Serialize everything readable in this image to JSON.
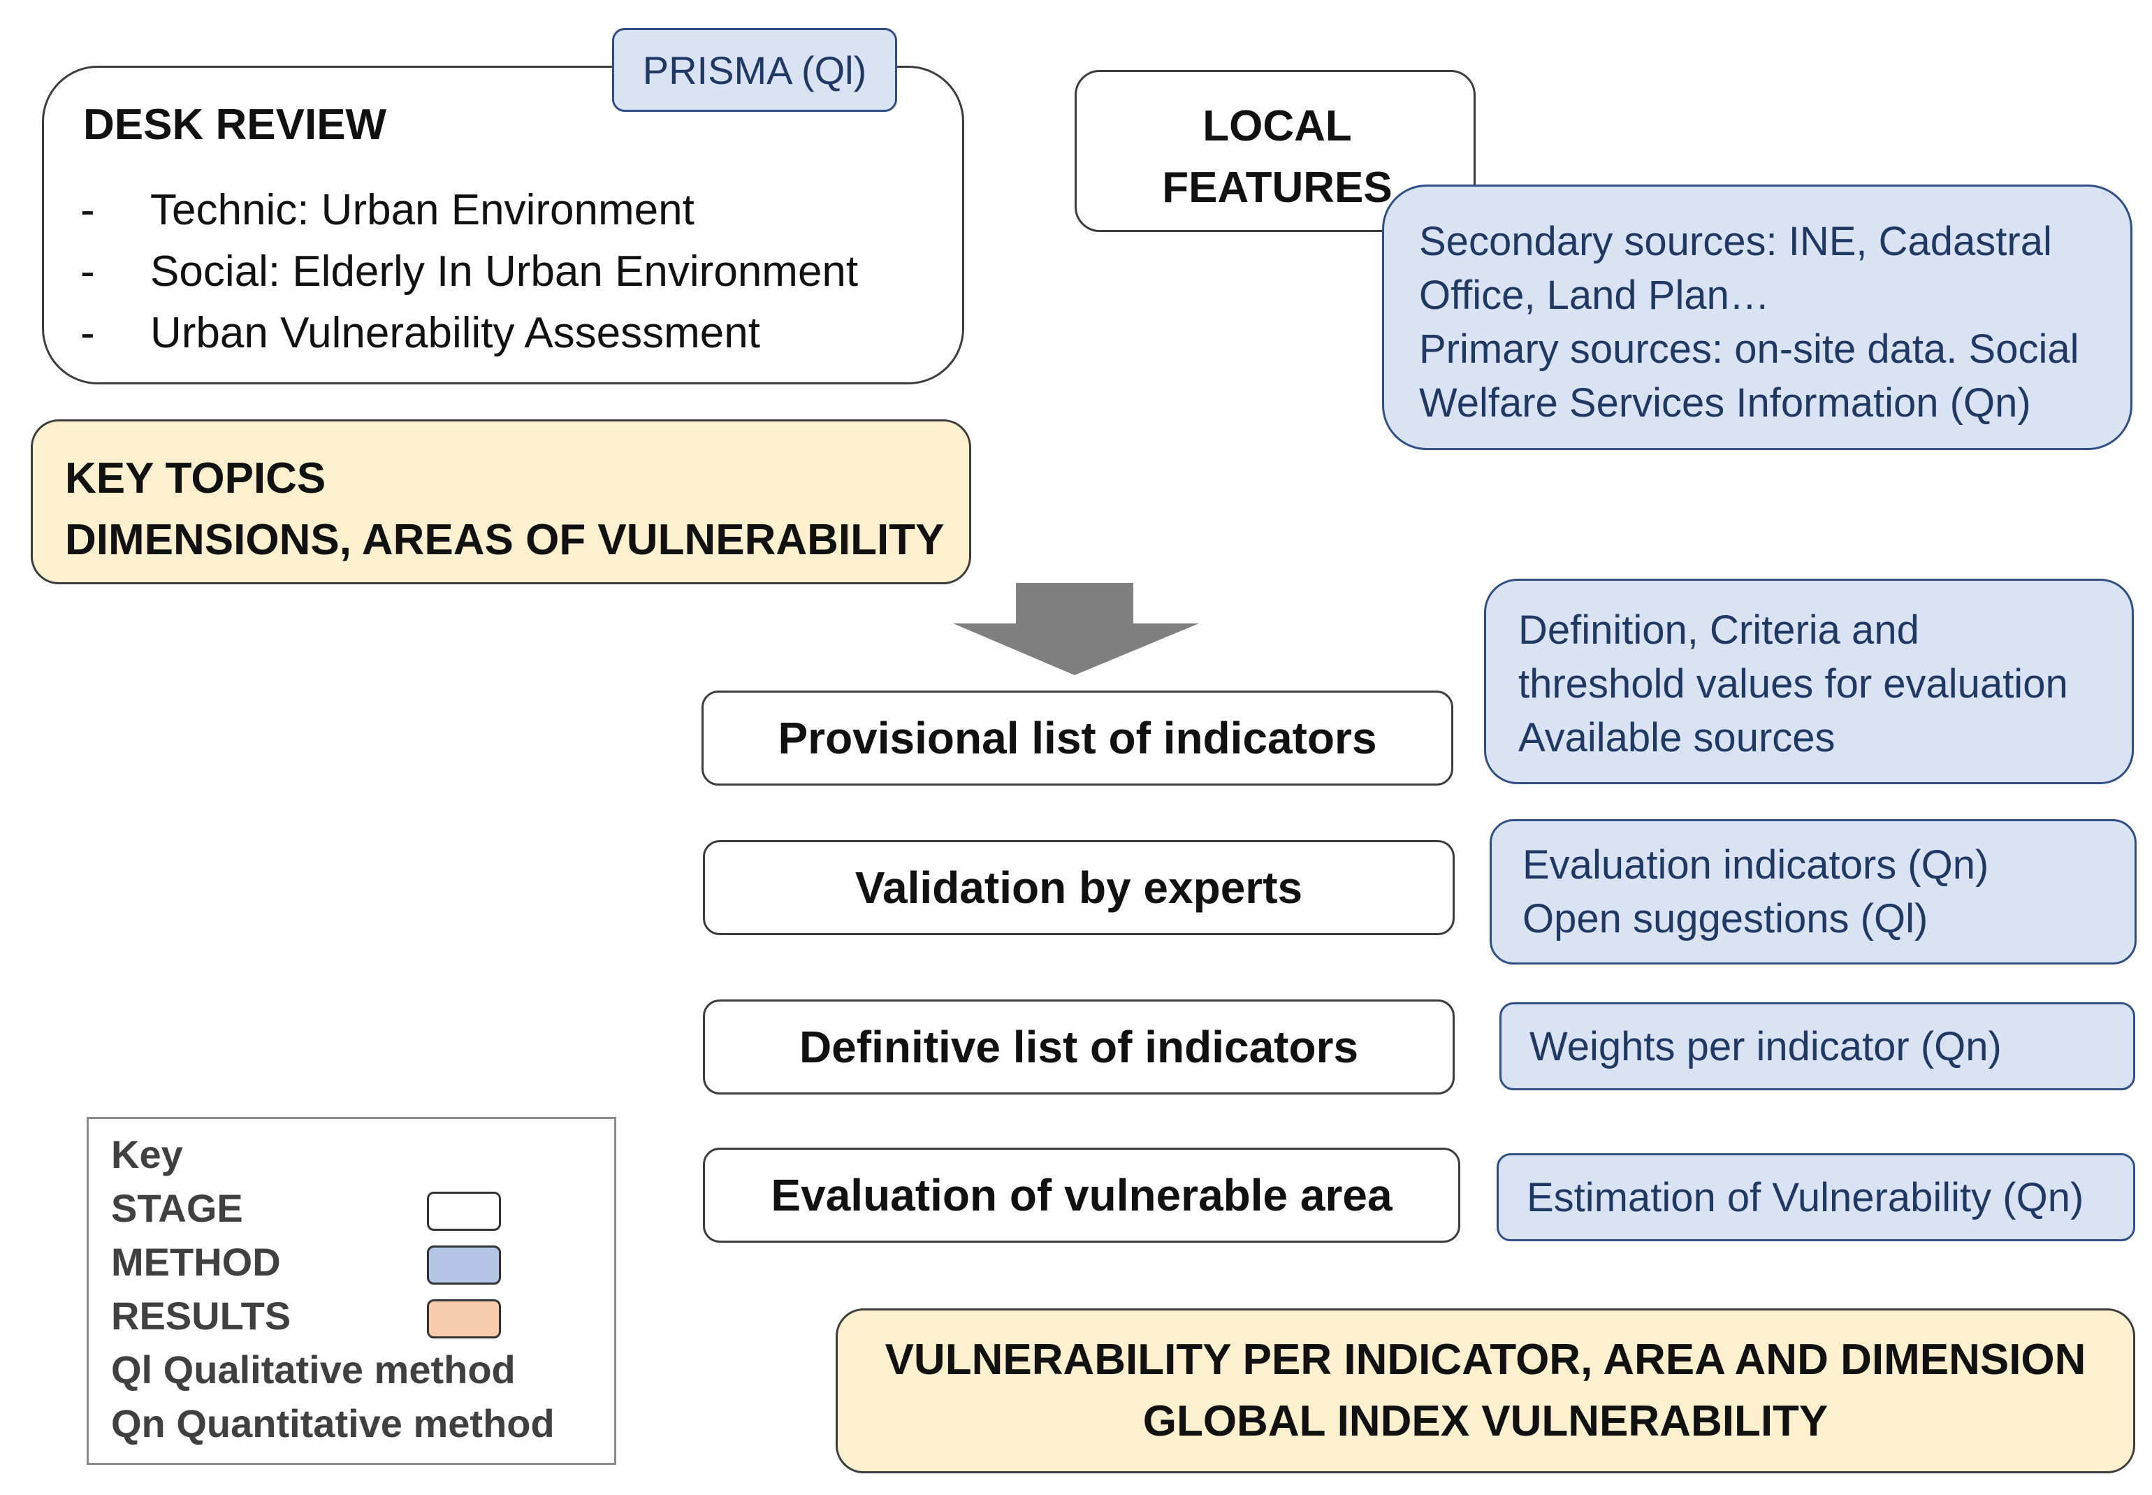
{
  "desk_review": {
    "title": "DESK REVIEW",
    "items": [
      "Technic: Urban Environment",
      "Social: Elderly In Urban Environment",
      "Urban Vulnerability Assessment"
    ],
    "bullet": "-",
    "method_tag": "PRISMA (Ql)"
  },
  "local_features": {
    "title_lines": [
      "LOCAL",
      "FEATURES"
    ],
    "sources_lines": [
      "Secondary sources: INE, Cadastral",
      "Office, Land Plan…",
      "Primary sources: on-site data. Social",
      "Welfare Services Information (Qn)"
    ]
  },
  "key_topics": {
    "lines": [
      "KEY TOPICS",
      "DIMENSIONS, AREAS OF VULNERABILITY"
    ]
  },
  "stages": [
    {
      "label": "Provisional list of indicators"
    },
    {
      "label": "Validation by experts"
    },
    {
      "label": "Definitive list of indicators"
    },
    {
      "label": "Evaluation of vulnerable area"
    }
  ],
  "methods": [
    {
      "lines": [
        "Definition, Criteria and",
        "threshold values for evaluation",
        "Available sources"
      ]
    },
    {
      "lines": [
        "Evaluation indicators (Qn)",
        "Open suggestions (Ql)"
      ]
    },
    {
      "lines": [
        "Weights per indicator (Qn)"
      ]
    },
    {
      "lines": [
        "Estimation of Vulnerability (Qn)"
      ]
    }
  ],
  "final_result": {
    "lines": [
      "VULNERABILITY PER INDICATOR, AREA AND DIMENSION",
      "GLOBAL INDEX VULNERABILITY"
    ]
  },
  "legend": {
    "title": "Key",
    "entries": [
      {
        "label": "STAGE",
        "color": "#ffffff"
      },
      {
        "label": "METHOD",
        "color": "#b4c7e7"
      },
      {
        "label": "RESULTS",
        "color": "#f8cbad"
      }
    ],
    "notes": [
      "Ql  Qualitative method",
      "Qn Quantitative method"
    ]
  },
  "colors": {
    "method_fill": "#dae3f3",
    "method_text": "#1f3864",
    "result_fill": "#fdf0cf",
    "arrow": "#7f7f7f"
  }
}
